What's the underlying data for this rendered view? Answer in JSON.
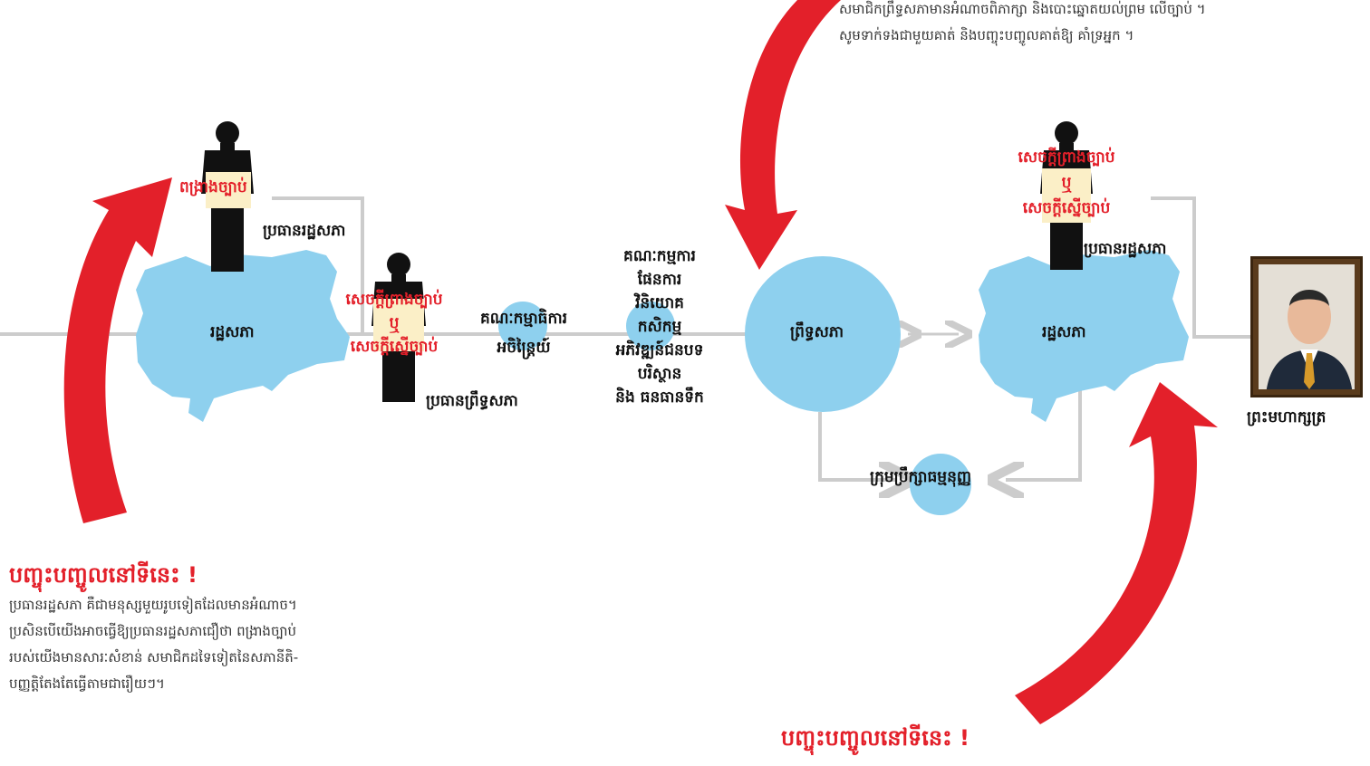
{
  "top_note": {
    "line1": "សមាជិកព្រឹទ្ធសភាមានអំណាចពិភាក្សា និងបោះឆ្នោតយល់ព្រម លើច្បាប់ ។",
    "line2": "សូមទាក់ទងជាមួយគាត់ និងបញ្ចុះបញ្ចូលគាត់ឱ្យ គាំទ្រអ្នក ។"
  },
  "left_group": {
    "person_sign": "ពង្រាងច្បាប់",
    "person_label": "ប្រធានរដ្ឋសភា",
    "map_label": "រដ្ឋសភា"
  },
  "second_person": {
    "sign_line1": "សេចក្តីព្រាងច្បាប់",
    "sign_line2": "ឬ",
    "sign_line3": "សេចក្តីស្នើច្បាប់",
    "label": "ប្រធានព្រឹទ្ធសភា"
  },
  "commission_finance": {
    "label_line1": "គណៈកម្មាធិការ",
    "label_line2": "អចិន្ត្រៃយ៍"
  },
  "commission_list": [
    "គណៈកម្មការ",
    "ផែនការ",
    "វិនិយោគ",
    "កសិកម្ម",
    "អភិវឌ្ឍន៍ជនបទ",
    "បរិស្ថាន",
    "និង  ធនធានទឹក"
  ],
  "senate": {
    "label": "ព្រឹទ្ធសភា"
  },
  "right_group": {
    "sign_line1": "សេចក្តីព្រាងច្បាប់",
    "sign_line2": "ឬ",
    "sign_line3": "សេចក្តីស្នើច្បាប់",
    "person_label": "ប្រធានរដ្ឋសភា",
    "map_label": "រដ្ឋសភា"
  },
  "constitutional_council": {
    "label": "ក្រុមប្រឹក្សាធម្មនុញ្ញ"
  },
  "king": {
    "label": "ព្រះមហាក្សត្រ"
  },
  "lobby_left": {
    "heading": "បញ្ចុះបញ្ចូលនៅទីនេះ  !",
    "lines": [
      "ប្រធានរដ្ឋសភា  គឺជាមនុស្សមួយរូបទៀតដែលមានអំណាច។",
      "ប្រសិនបើយើងអាចធ្វើឱ្យប្រធានរដ្ឋសភាជឿថា ពង្រាងច្បាប់",
      "របស់យើងមានសារៈសំខាន់  សមាជិកដទៃទៀតនៃសភានីតិ-",
      "បញ្ញត្តិតែងតែធ្វើតាមជារឿយៗ។"
    ]
  },
  "lobby_right": {
    "heading": "បញ្ចុះបញ្ចូលនៅទីនេះ  !"
  },
  "colors": {
    "accent_red": "#e3202a",
    "map_blue": "#8ed0ee",
    "line_gray": "#cccccc",
    "sign_paper": "#fbefc7",
    "person": "#111111"
  }
}
